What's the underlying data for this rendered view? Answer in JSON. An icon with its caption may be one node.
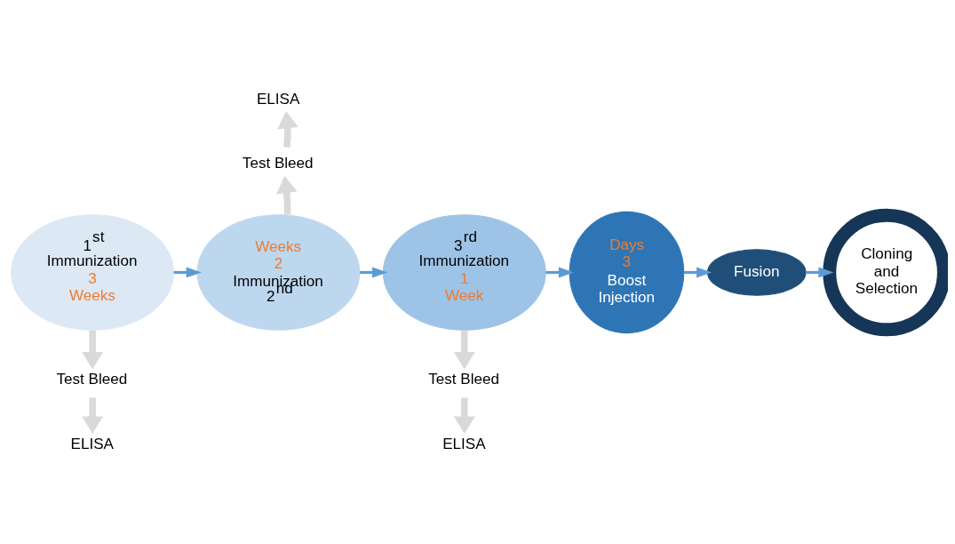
{
  "diagram": {
    "nodes": [
      {
        "text": [
          "1$^{st}$ Immunization",
          "3 Weeks"
        ]
      },
      {
        "text": [
          "Weeks 2",
          "Immunization 2$^{nd}$"
        ]
      },
      {
        "text": [
          "3$^{rd}$ Immunization",
          "1 Week"
        ]
      },
      {
        "text": [
          "Days 3",
          "Boost Injection"
        ]
      },
      {
        "text": [
          "Fusion"
        ]
      },
      {
        "text": [
          "Cloning and Selection"
        ]
      },
      {
        "text": [
          "Test Bleed"
        ]
      },
      {
        "text": [
          "ELISA"
        ]
      },
      {
        "text": [
          "Test Bleed"
        ]
      },
      {
        "text": [
          "ELISA"
        ]
      },
      {
        "text": [
          "Test Bleed"
        ]
      },
      {
        "text": [
          "ELISA"
        ]
      }
    ],
    "edges": [
      {
        "from": 0,
        "to": 1,
        "arrow": "to",
        "color": "#5b9bd5"
      },
      {
        "from": 1,
        "to": 2,
        "arrow": "to",
        "color": "#5b9bd5"
      },
      {
        "from": 2,
        "to": 3,
        "arrow": "to",
        "color": "#5b9bd5"
      },
      {
        "from": 3,
        "to": 4,
        "arrow": "to",
        "color": "#5b9bd5"
      },
      {
        "from": 4,
        "to": 5,
        "arrow": "to",
        "color": "#5b9bd5"
      },
      {
        "from": 0,
        "to": 6,
        "arrow": "to"
      },
      {
        "from": 6,
        "to": 7,
        "arrow": "to"
      },
      {
        "from": 1,
        "to": 8,
        "arrow": "to"
      },
      {
        "from": 8,
        "to": 9,
        "arrow": "to"
      },
      {
        "from": 2,
        "to": 10,
        "arrow": "to"
      },
      {
        "from": 10,
        "to": 11,
        "arrow": "to"
      }
    ]
  }
}
